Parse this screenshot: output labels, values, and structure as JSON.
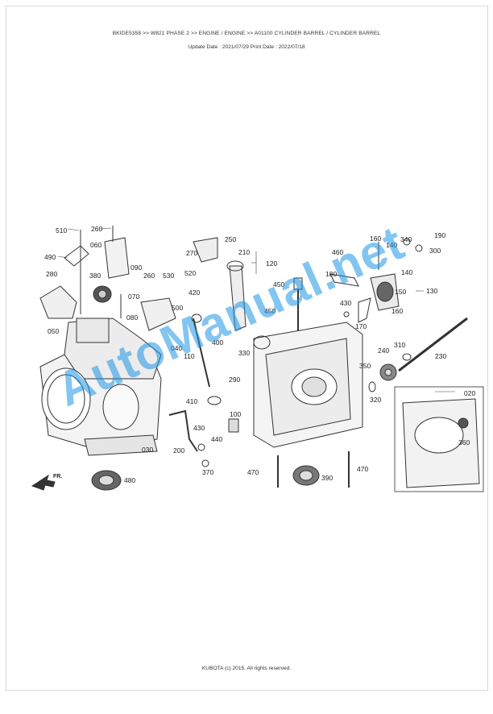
{
  "header": {
    "breadcrumb": "BKIDE5358 >> W821 PHASE 2 >> ENGINE / ENGINE >> A01100   CYLINDER BARREL / CYLINDER BARREL",
    "dates": "Update Date : 2021/07/29   Print Date : 2022/07/18"
  },
  "footer": {
    "copyright": "KUBOTA (c) 2015. All rights reserved."
  },
  "watermark": {
    "text": "AutoManual.net",
    "color": "#1E96E6"
  },
  "diagram": {
    "fr_label": "FR.",
    "callouts": [
      "510",
      "260",
      "060",
      "490",
      "090",
      "280",
      "380",
      "260",
      "530",
      "070",
      "500",
      "080",
      "050",
      "040",
      "030",
      "250",
      "270",
      "210",
      "120",
      "520",
      "420",
      "110",
      "400",
      "330",
      "290",
      "410",
      "430",
      "200",
      "440",
      "370",
      "100",
      "480",
      "450",
      "450",
      "460",
      "180",
      "160",
      "140",
      "340",
      "190",
      "300",
      "140",
      "130",
      "150",
      "160",
      "430",
      "170",
      "350",
      "320",
      "240",
      "310",
      "230",
      "020",
      "360",
      "470",
      "390",
      "470"
    ]
  }
}
